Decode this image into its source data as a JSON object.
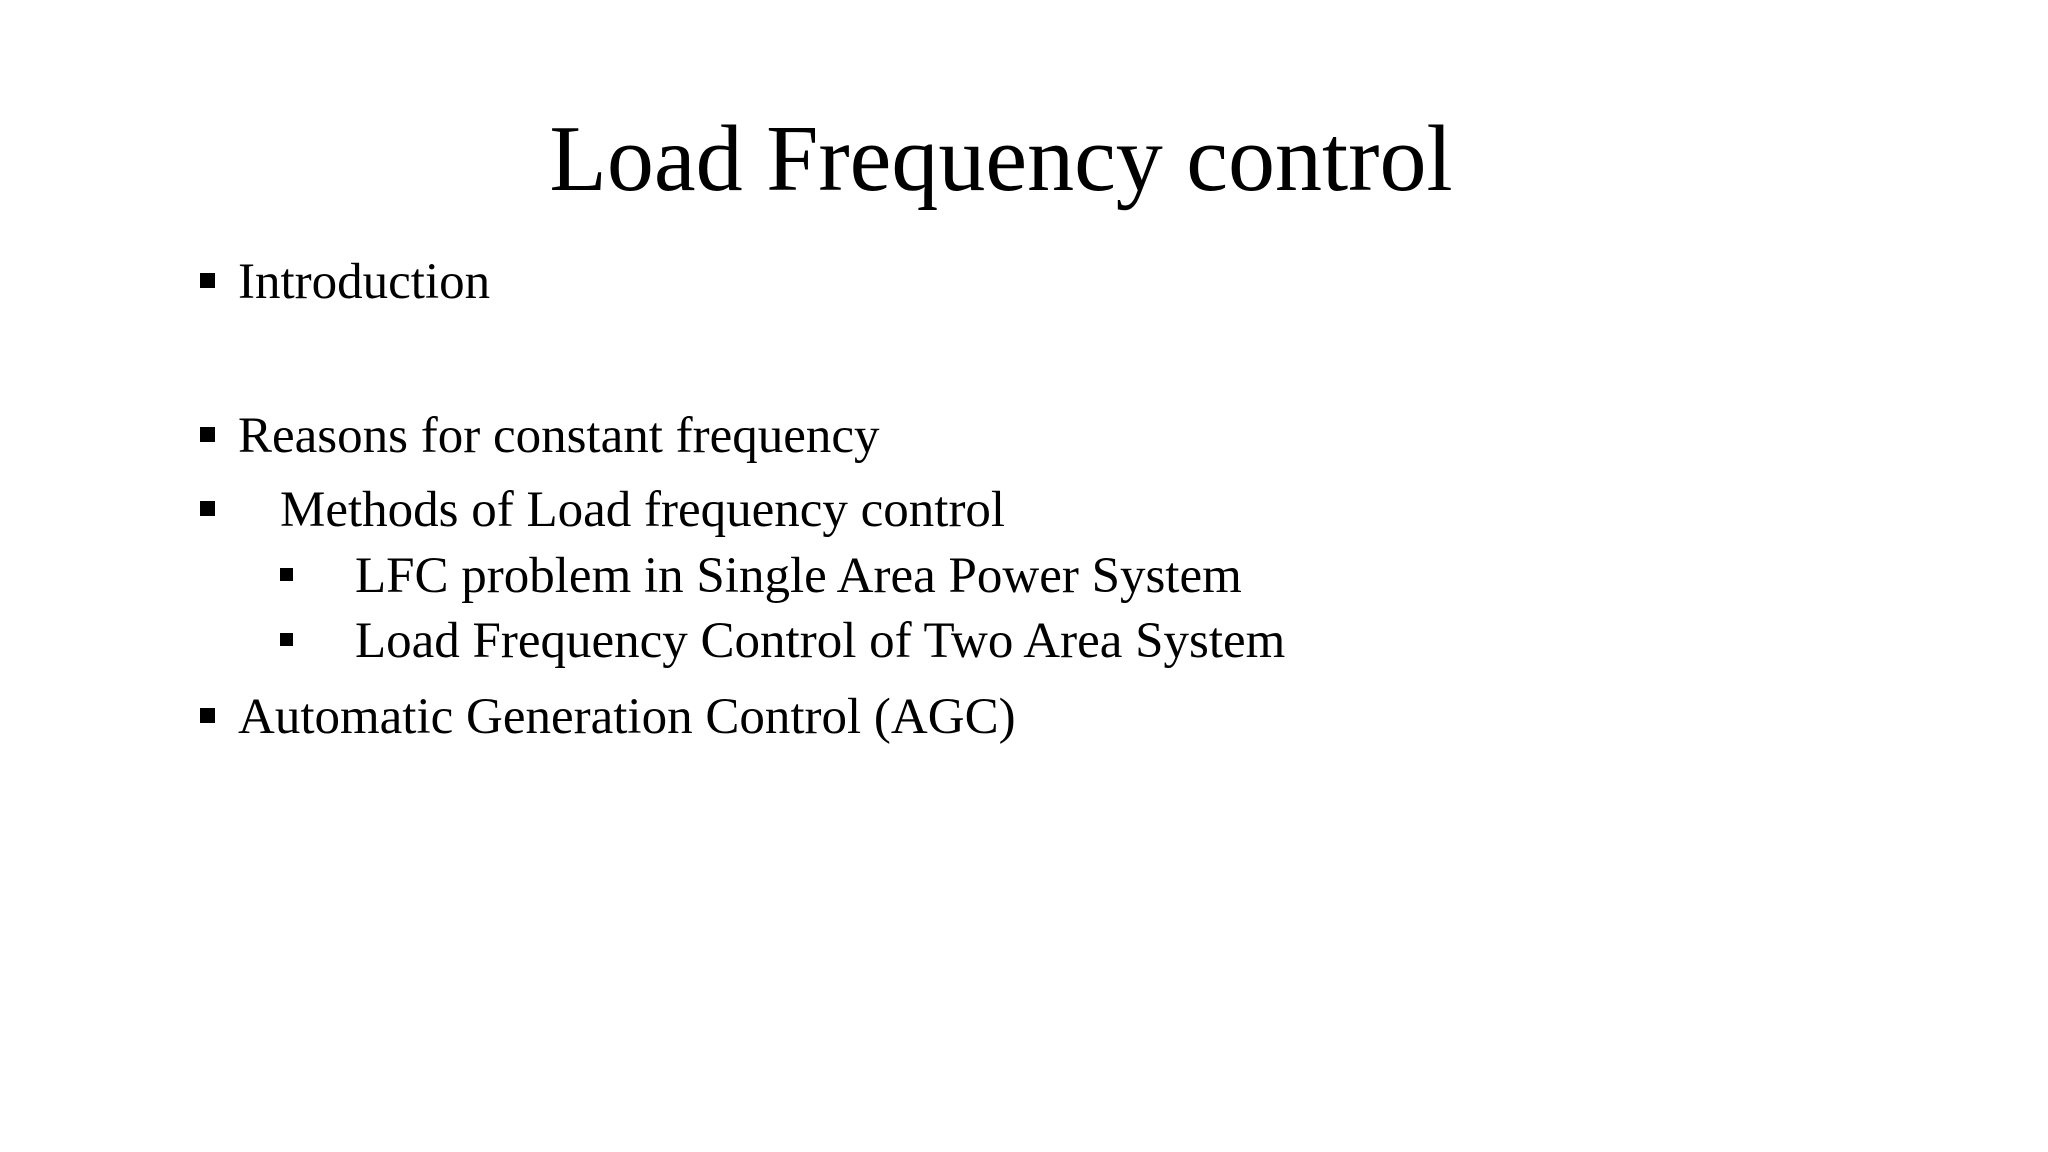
{
  "slide": {
    "title": "Load Frequency control",
    "colors": {
      "background": "#ffffff",
      "text": "#000000",
      "bullet": "#000000"
    },
    "bullets": [
      {
        "level": 1,
        "text": "Introduction"
      },
      {
        "level": 1,
        "text": "Reasons for constant frequency"
      },
      {
        "level": 1,
        "text": "Methods of Load frequency control"
      },
      {
        "level": 2,
        "text": "LFC problem in Single Area Power System"
      },
      {
        "level": 2,
        "text": "Load Frequency Control of Two Area System"
      },
      {
        "level": 1,
        "text": "Automatic Generation Control (AGC)"
      }
    ]
  }
}
